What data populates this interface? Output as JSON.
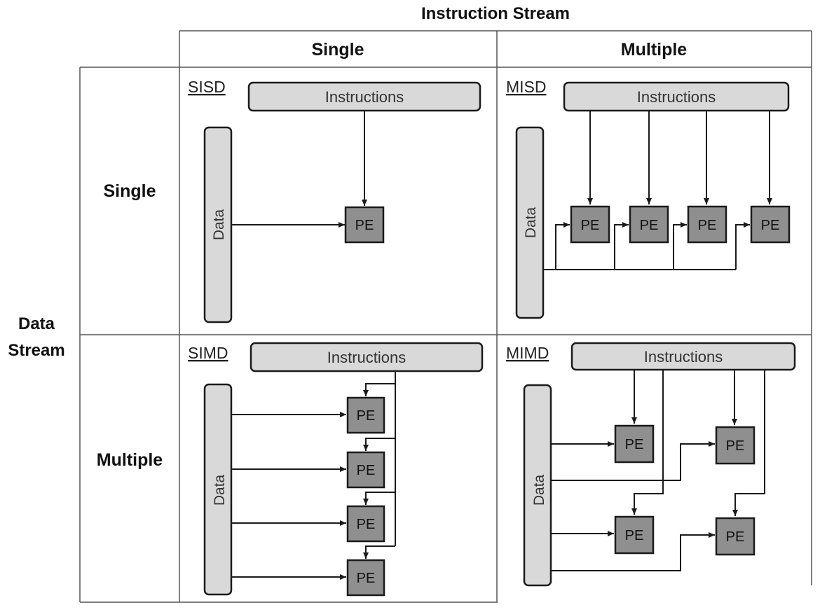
{
  "diagram": {
    "instruction_stream_label": "Instruction Stream",
    "data_stream_label_line1": "Data",
    "data_stream_label_line2": "Stream",
    "col_single": "Single",
    "col_multiple": "Multiple",
    "row_single": "Single",
    "row_multiple": "Multiple",
    "cells": {
      "sisd": {
        "label": "SISD",
        "instructions": "Instructions",
        "data": "Data",
        "pe": "PE"
      },
      "misd": {
        "label": "MISD",
        "instructions": "Instructions",
        "data": "Data",
        "pe": "PE"
      },
      "simd": {
        "label": "SIMD",
        "instructions": "Instructions",
        "data": "Data",
        "pe": "PE"
      },
      "mimd": {
        "label": "MIMD",
        "instructions": "Instructions",
        "data": "Data",
        "pe": "PE"
      }
    }
  }
}
